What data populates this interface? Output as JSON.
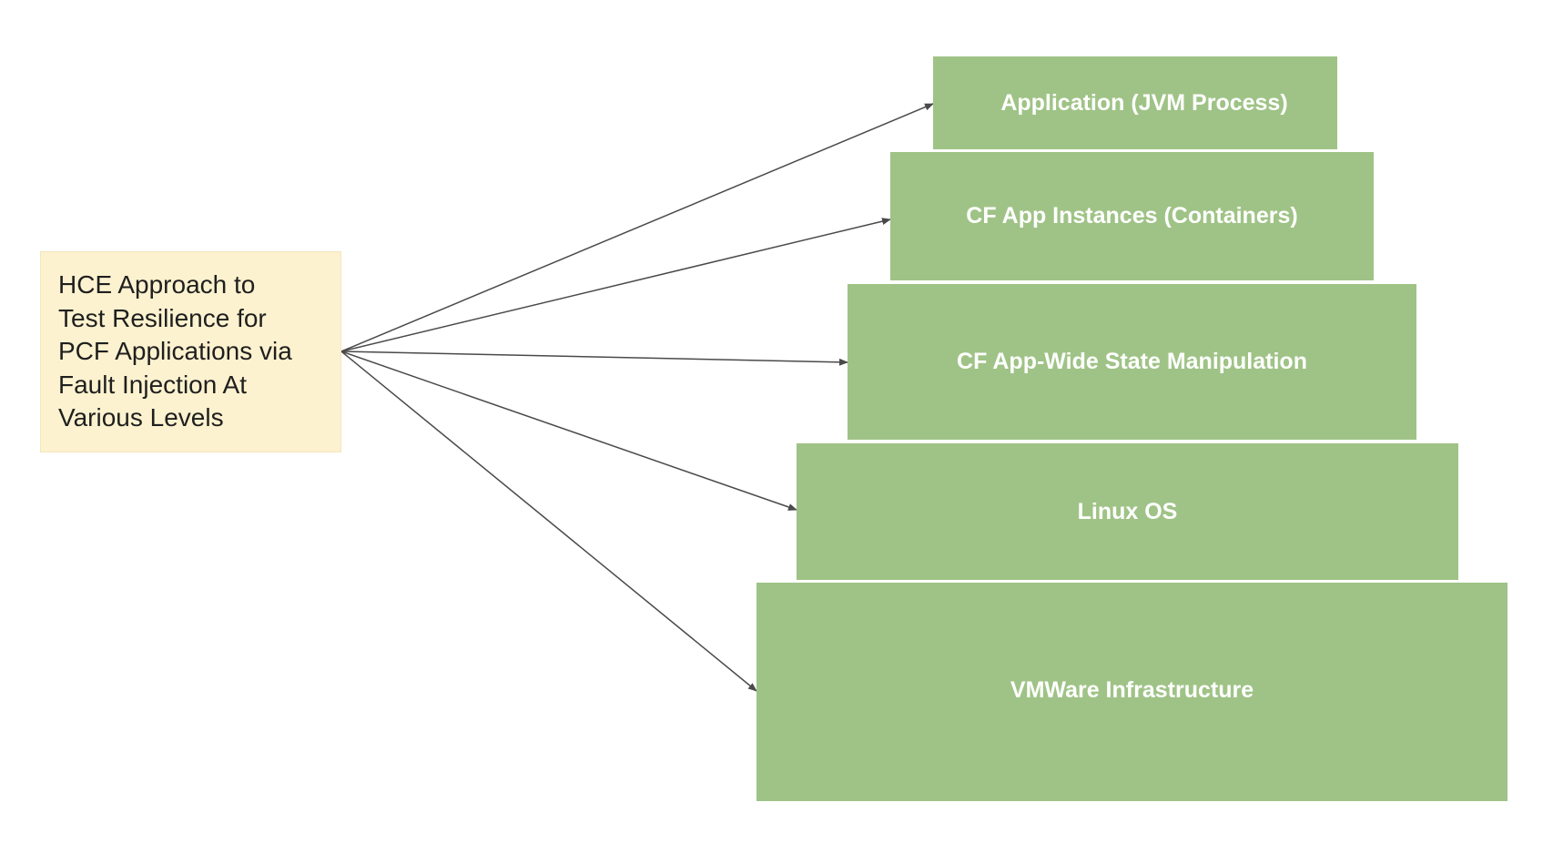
{
  "diagram": {
    "source": {
      "text": "HCE Approach to Test Resilience for PCF Applications via Fault Injection At Various Levels",
      "lines": [
        "HCE Approach to",
        "Test Resilience for",
        "PCF Applications via",
        "Fault Injection At",
        "Various Levels"
      ]
    },
    "layers": [
      {
        "label": "Application (JVM Process)"
      },
      {
        "label": "CF App Instances (Containers)"
      },
      {
        "label": "CF App-Wide State Manipulation"
      },
      {
        "label": "Linux OS"
      },
      {
        "label": "VMWare Infrastructure"
      }
    ],
    "colors": {
      "source_fill": "#fdf2cf",
      "layer_fill": "#9fc386",
      "layer_text": "#ffffff",
      "arrow": "#4a4a4a"
    }
  }
}
